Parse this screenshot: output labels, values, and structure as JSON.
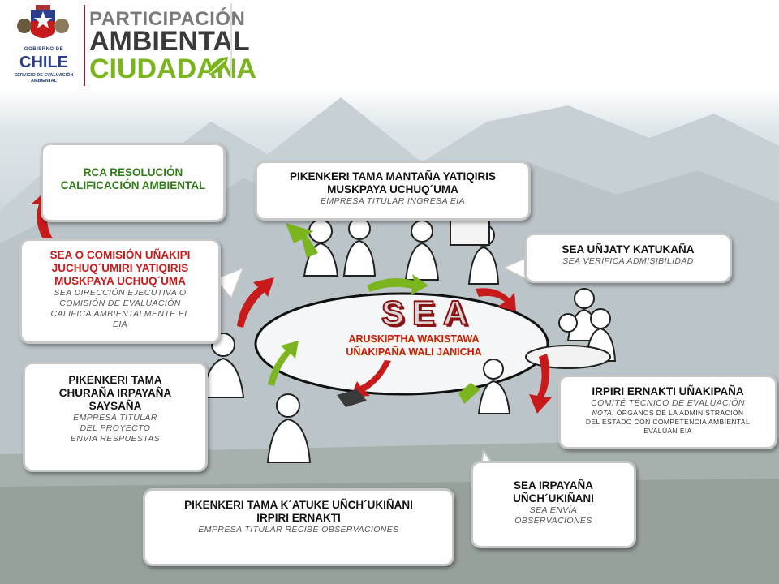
{
  "header": {
    "logo": {
      "line1": "GOBIERNO DE",
      "country": "CHILE",
      "line3": "SERVICIO DE EVALUACIÓN AMBIENTAL"
    },
    "title_line1": "PARTICIPACIÓN",
    "title_line2": "AMBIENTAL",
    "title_line3": "CIUDADANA"
  },
  "center": {
    "logo": "SEA",
    "line1": "ARUSKIPTHA WAKISTAWA",
    "line2": "UÑAKIPAÑA WALI JANICHA"
  },
  "boxes": {
    "rca": {
      "title1": "RCA RESOLUCIÓN",
      "title2": "CALIFICACIÓN AMBIENTAL"
    },
    "ingresa": {
      "title1": "PIKENKERI TAMA MANTAÑA YATIQIRIS",
      "title2": "MUSKPAYA UCHUQ´UMA",
      "sub": "EMPRESA TITULAR INGRESA EIA"
    },
    "admisibilidad": {
      "title1": "SEA UÑJATY KATUKAÑA",
      "sub": "SEA VERIFICA ADMISIBILIDAD"
    },
    "comite": {
      "title1": "IRPIRI ERNAKTI UÑAKIPAÑA",
      "sub": "COMITÉ TÉCNICO DE EVALUACIÓN",
      "nota_label": "NOTA:",
      "nota1": "ÓRGANOS DE LA ADMINISTRACIÓN",
      "nota2": "DEL ESTADO CON COMPETENCIA AMBIENTAL",
      "nota3": "EVALÚAN EIA"
    },
    "observaciones": {
      "title1": "SEA IRPAYAÑA",
      "title2": "UÑCH´UKIÑANI",
      "sub1": "SEA ENVÍA",
      "sub2": "OBSERVACIONES"
    },
    "recibe": {
      "title1": "PIKENKERI TAMA K´ATUKE UÑCH´UKIÑANI",
      "title2": "IRPIRI  ERNAKTI",
      "sub": "EMPRESA TITULAR RECIBE OBSERVACIONES"
    },
    "respuestas": {
      "title1": "PIKENKERI TAMA",
      "title2": "CHURAÑA IRPAYAÑA",
      "title3": "SAYSAÑA",
      "sub1": "EMPRESA TITULAR",
      "sub2": "DEL PROYECTO",
      "sub3": "ENVIA RESPUESTAS"
    },
    "califica": {
      "title1": "SEA O COMISIÓN UÑAKIPI",
      "title2": "JUCHUQ´UMIRI YATIQIRIS",
      "title3": "MUSKPAYA UCHUQ´UMA",
      "sub1": "SEA DIRECCIÓN  EJECUTIVA O",
      "sub2": "COMISIÓN DE EVALUACIÓN",
      "sub3": "CALIFICA AMBIENTALMENTE   EL",
      "sub4": "EIA"
    }
  },
  "colors": {
    "red": "#c81a1a",
    "green": "#7ab51d",
    "navy": "#2b3f8c",
    "gray": "#7a7a7a"
  }
}
